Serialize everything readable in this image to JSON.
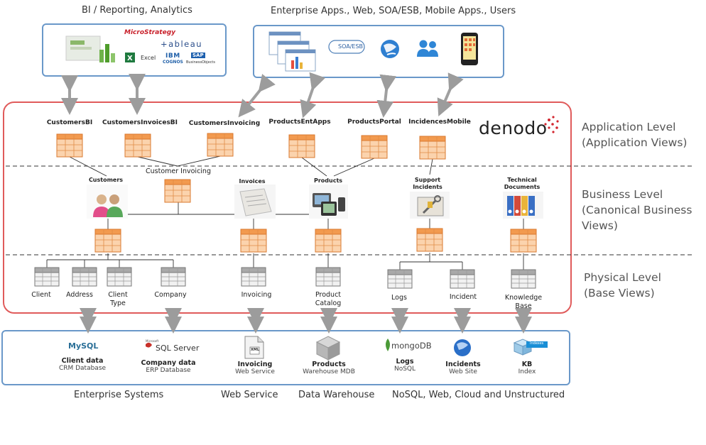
{
  "headers": {
    "bi": "BI / Reporting, Analytics",
    "apps": "Enterprise Apps., Web, SOA/ESB, Mobile Apps., Users"
  },
  "bi_logos": {
    "microstrategy": "MicroStrategy",
    "tableau": "+ableau",
    "excel": "Excel",
    "ibm": "IBM",
    "cognos": "COGNOS",
    "sap": "SAP",
    "business_objects": "BusinessObjects"
  },
  "apps_box": {
    "soa": "SOA/ESB"
  },
  "brand": "denodo",
  "levels": {
    "application": [
      "Application Level",
      "(Application Views)"
    ],
    "business": [
      "Business Level",
      "(Canonical Business",
      "Views)"
    ],
    "physical": [
      "Physical Level",
      "(Base Views)"
    ]
  },
  "application_views": [
    "CustomersBI",
    "CustomersInvoicesBI",
    "CustomersInvoicing",
    "ProductsEntApps",
    "ProductsPortal",
    "IncidencesMobile"
  ],
  "business_views": {
    "customers": "Customers",
    "customer_invoicing": "Customer Invoicing",
    "invoices": "Invoices",
    "products": "Products",
    "support_incidents": [
      "Support",
      "Incidents"
    ],
    "technical_documents": [
      "Technical",
      "Documents"
    ]
  },
  "base_views": {
    "client": "Client",
    "address": "Address",
    "client_type": [
      "Client",
      "Type"
    ],
    "company": "Company",
    "invoicing": "Invoicing",
    "product_catalog": [
      "Product",
      "Catalog"
    ],
    "logs": "Logs",
    "incident": "Incident",
    "knowledge_base": [
      "Knowledge",
      "Base"
    ]
  },
  "sources": [
    {
      "logo": "MySQL",
      "name": "Client data",
      "sub": "CRM Database"
    },
    {
      "logo": "SQL Server",
      "logo_small": "Microsoft",
      "name": "Company data",
      "sub": "ERP Database"
    },
    {
      "logo": "XML",
      "name": "Invoicing",
      "sub": "Web Service"
    },
    {
      "logo": "",
      "name": "Products",
      "sub": "Warehouse MDB"
    },
    {
      "logo": "mongoDB",
      "name": "Logs",
      "sub": "NoSQL"
    },
    {
      "logo": "",
      "name": "Incidents",
      "sub": "Web Site"
    },
    {
      "logo": "Indexes",
      "name": "KB",
      "sub": "Index"
    }
  ],
  "footer": {
    "enterprise": "Enterprise Systems",
    "web_service": "Web Service",
    "data_warehouse": "Data Warehouse",
    "nosql": "NoSQL, Web, Cloud and Unstructured"
  },
  "colors": {
    "box_blue": "#6a98c9",
    "main_red": "#e05b5b",
    "orange_table": "#f6a35c",
    "gray_table": "#9a9a9a",
    "arrow_gray": "#9c9c9c",
    "denodo_red": "#d2262f"
  }
}
